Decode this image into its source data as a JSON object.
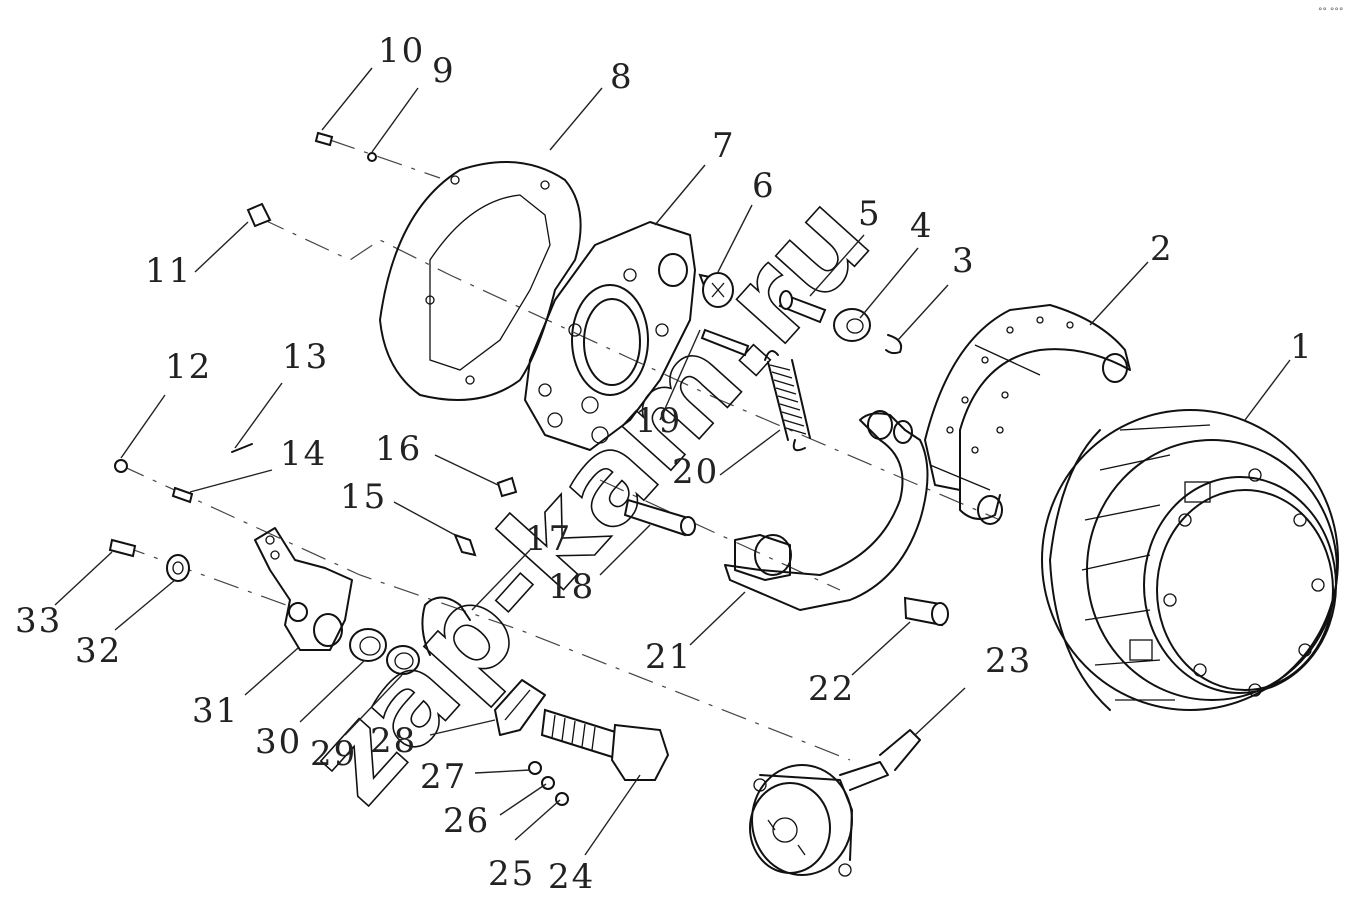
{
  "watermark": "zap-kam.ru",
  "corner_mark": "°° °°°",
  "callouts": [
    {
      "id": "1"
    },
    {
      "id": "2"
    },
    {
      "id": "3"
    },
    {
      "id": "4"
    },
    {
      "id": "5"
    },
    {
      "id": "6"
    },
    {
      "id": "7"
    },
    {
      "id": "8"
    },
    {
      "id": "9"
    },
    {
      "id": "10"
    },
    {
      "id": "11"
    },
    {
      "id": "12"
    },
    {
      "id": "13"
    },
    {
      "id": "14"
    },
    {
      "id": "15"
    },
    {
      "id": "16"
    },
    {
      "id": "17"
    },
    {
      "id": "18"
    },
    {
      "id": "19"
    },
    {
      "id": "20"
    },
    {
      "id": "21"
    },
    {
      "id": "22"
    },
    {
      "id": "23"
    },
    {
      "id": "24"
    },
    {
      "id": "25"
    },
    {
      "id": "26"
    },
    {
      "id": "27"
    },
    {
      "id": "28"
    },
    {
      "id": "29"
    },
    {
      "id": "30"
    },
    {
      "id": "31"
    },
    {
      "id": "32"
    },
    {
      "id": "33"
    }
  ]
}
